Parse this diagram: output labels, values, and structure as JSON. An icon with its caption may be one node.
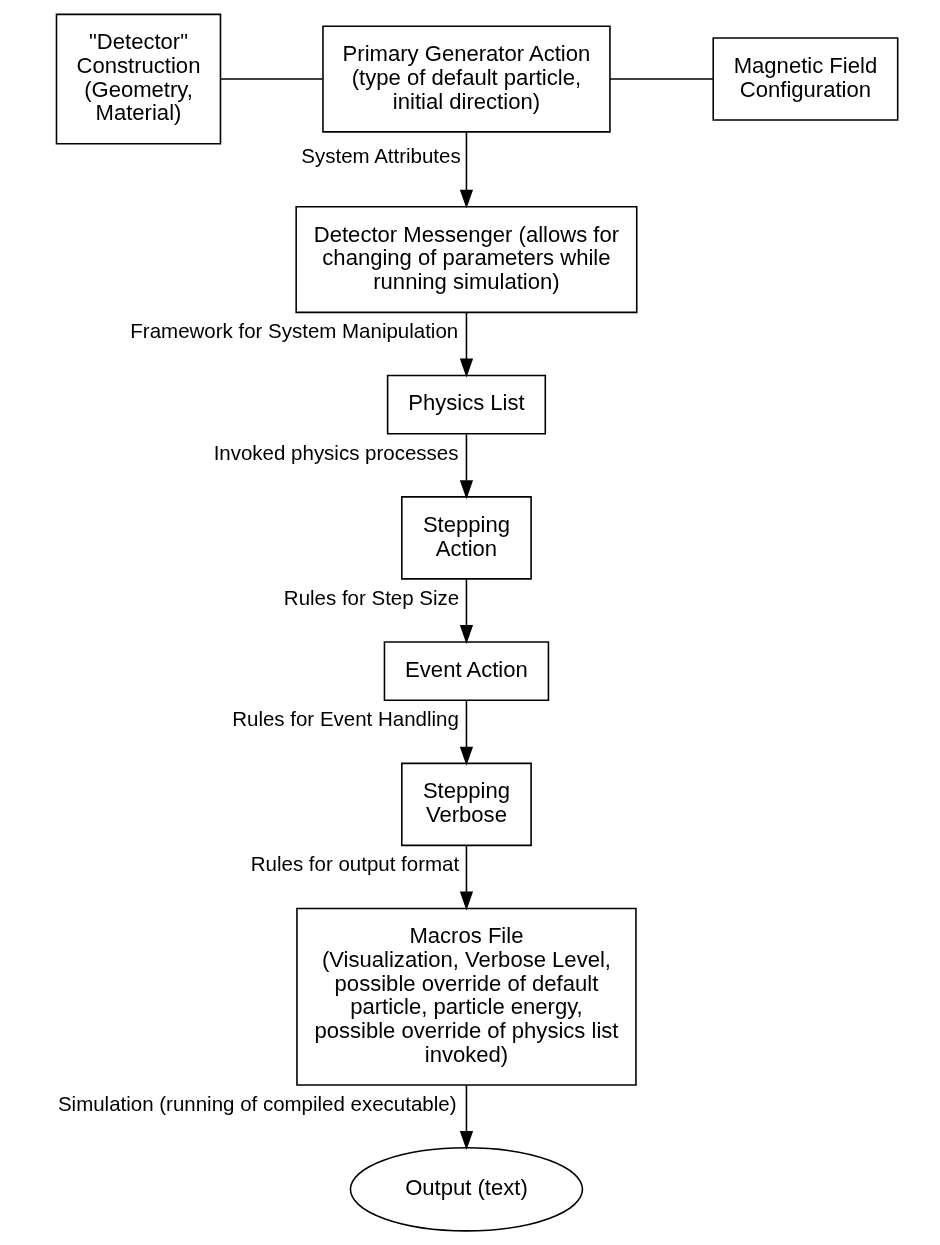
{
  "diagram": {
    "nodes": [
      {
        "text": [
          "\"Detector\" Construction (Geometry, Material)"
        ]
      },
      {
        "text": [
          "Primary Generator Action (type of default particle, initial direction)"
        ]
      },
      {
        "text": [
          "Magnetic Field Configuration"
        ]
      },
      {
        "text": [
          "Detector Messenger (allows for changing of parameters while running simulation)"
        ]
      },
      {
        "text": [
          "Physics List"
        ]
      },
      {
        "text": [
          "Stepping Action"
        ]
      },
      {
        "text": [
          "Event Action"
        ]
      },
      {
        "text": [
          "Stepping Verbose"
        ]
      },
      {
        "text": [
          "Macros File",
          "(Visualization, Verbose Level, possible override of default particle, particle energy, possible override of physics list invoked)"
        ]
      },
      {
        "text": [
          "Output (text)"
        ]
      }
    ],
    "edges": [
      {
        "from": 0,
        "to": 1,
        "arrow": "none"
      },
      {
        "from": 1,
        "to": 2,
        "arrow": "none"
      },
      {
        "from": 1,
        "to": 3,
        "arrow": "to",
        "label": "System Attributes"
      },
      {
        "from": 3,
        "to": 4,
        "arrow": "to",
        "label": "Framework for System Manipulation"
      },
      {
        "from": 4,
        "to": 5,
        "arrow": "to",
        "label": "Invoked physics processes"
      },
      {
        "from": 5,
        "to": 6,
        "arrow": "to",
        "label": "Rules for Step Size"
      },
      {
        "from": 6,
        "to": 7,
        "arrow": "to",
        "label": "Rules for Event Handling"
      },
      {
        "from": 7,
        "to": 8,
        "arrow": "to",
        "label": "Rules for output format"
      },
      {
        "from": 8,
        "to": 9,
        "arrow": "to",
        "label": "Simulation (running of compiled executable)"
      }
    ]
  }
}
